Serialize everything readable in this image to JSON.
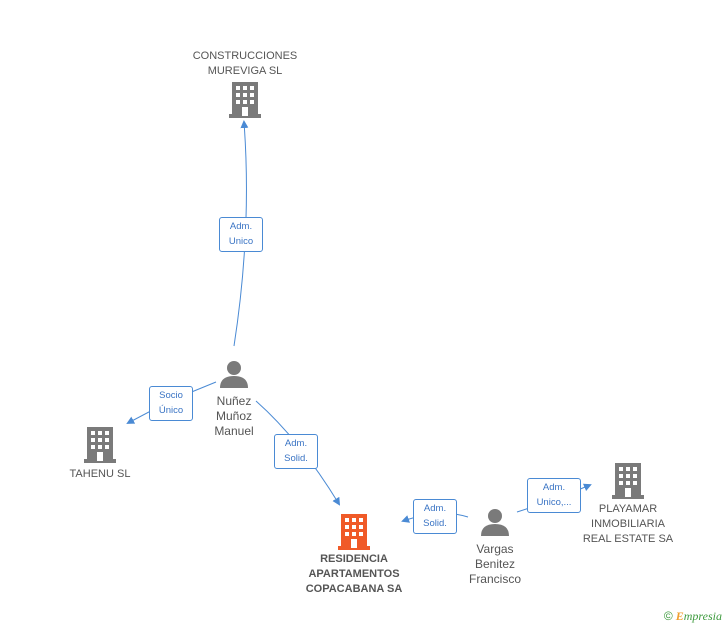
{
  "nodes": {
    "construcciones": {
      "line1": "CONSTRUCCIONES",
      "line2": "MUREVIGA SL"
    },
    "tahenu": {
      "line1": "TAHENU SL"
    },
    "residencia": {
      "line1": "RESIDENCIA",
      "line2": "APARTAMENTOS",
      "line3": "COPACABANA SA"
    },
    "playamar": {
      "line1": "PLAYAMAR",
      "line2": "INMOBILIARIA",
      "line3": "REAL ESTATE SA"
    },
    "nunez": {
      "line1": "Nuñez",
      "line2": "Muñoz",
      "line3": "Manuel"
    },
    "vargas": {
      "line1": "Vargas",
      "line2": "Benitez",
      "line3": "Francisco"
    }
  },
  "edges": {
    "adm_unico": {
      "line1": "Adm.",
      "line2": "Unico"
    },
    "socio_unico": {
      "line1": "Socio",
      "line2": "Único"
    },
    "adm_solid_1": {
      "line1": "Adm.",
      "line2": "Solid."
    },
    "adm_solid_2": {
      "line1": "Adm.",
      "line2": "Solid."
    },
    "adm_unico_2": {
      "line1": "Adm.",
      "line2": "Unico,..."
    }
  },
  "colors": {
    "company": "#7a7a7a",
    "highlight": "#f05a28",
    "edge": "#4a8ad4",
    "person": "#7a7a7a"
  },
  "footer": {
    "copyright": "©",
    "brand_e": "E",
    "brand_rest": "mpresia"
  }
}
